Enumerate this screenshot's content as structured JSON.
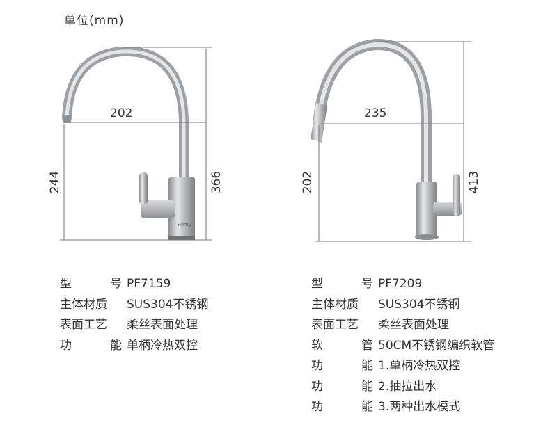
{
  "unit_label": "单位(mm)",
  "left_faucet": {
    "horizontal_dimension": "202",
    "left_height_dimension": "244",
    "right_height_dimension": "366",
    "brand_mark": "Primy"
  },
  "right_faucet": {
    "horizontal_dimension": "235",
    "left_height_dimension": "202",
    "right_height_dimension": "413"
  },
  "left_specs": [
    {
      "label_a": "型",
      "label_b": "号",
      "value": "PF7159"
    },
    {
      "label": "主体材质",
      "value": "SUS304不锈钢"
    },
    {
      "label": "表面工艺",
      "value": "柔丝表面处理"
    },
    {
      "label_a": "功",
      "label_b": "能",
      "value": "单柄冷热双控"
    }
  ],
  "right_specs": [
    {
      "label_a": "型",
      "label_b": "号",
      "value": "PF7209"
    },
    {
      "label": "主体材质",
      "value": "SUS304不锈钢"
    },
    {
      "label": "表面工艺",
      "value": "柔丝表面处理"
    },
    {
      "label_a": "软",
      "label_b": "管",
      "value": "50CM不锈钢编织软管"
    },
    {
      "label_a": "功",
      "label_b": "能",
      "value": "1.单柄冷热双控"
    },
    {
      "label_a": "功",
      "label_b": "能",
      "value": "2.抽拉出水"
    },
    {
      "label_a": "功",
      "label_b": "能",
      "value": "3.两种出水模式"
    }
  ]
}
